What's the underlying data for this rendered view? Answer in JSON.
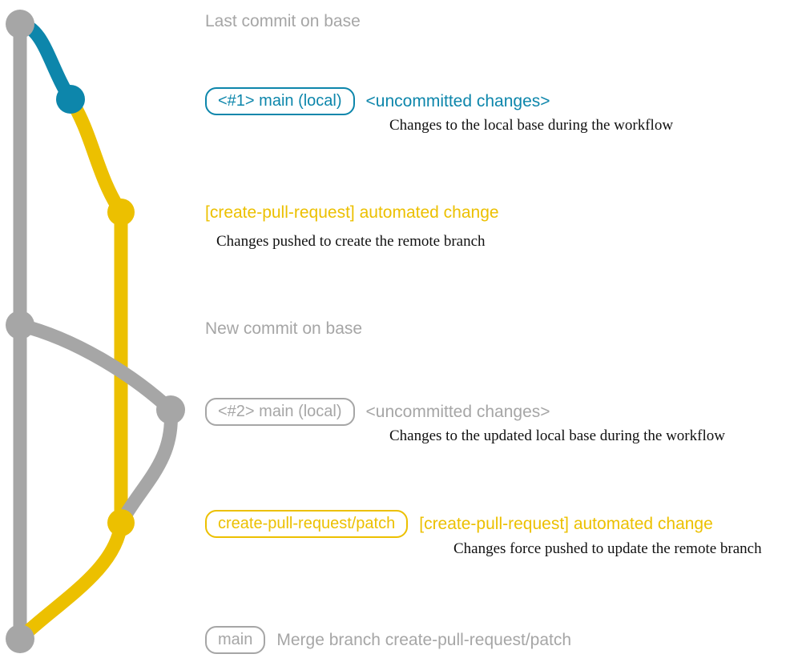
{
  "title": "git commit graph for create-pull-request workflow",
  "colors": {
    "gray": "#a6a6a6",
    "teal": "#0d86ab",
    "yellow": "#ecc000",
    "text_dark": "#111111",
    "background": "#ffffff"
  },
  "entries": [
    {
      "id": "last-commit-on-base",
      "node_color": "gray",
      "badge": null,
      "headline": "Last commit on base",
      "headline_color": "gray",
      "subtext": null
    },
    {
      "id": "local-main-1",
      "node_color": "teal",
      "badge": "<#1> main (local)",
      "badge_color": "teal",
      "headline": "<uncommitted changes>",
      "headline_color": "teal",
      "subtext": "Changes to the local base during the workflow"
    },
    {
      "id": "automated-change-1",
      "node_color": "yellow",
      "badge": null,
      "headline": "[create-pull-request] automated change",
      "headline_color": "yellow",
      "subtext": "Changes pushed to create the remote branch"
    },
    {
      "id": "new-commit-on-base",
      "node_color": "gray",
      "badge": null,
      "headline": "New commit on base",
      "headline_color": "gray",
      "subtext": null
    },
    {
      "id": "local-main-2",
      "node_color": "gray",
      "badge": "<#2> main (local)",
      "badge_color": "gray",
      "headline": "<uncommitted changes>",
      "headline_color": "gray",
      "subtext": "Changes to the updated local base during the workflow"
    },
    {
      "id": "automated-change-2",
      "node_color": "yellow",
      "badge": "create-pull-request/patch",
      "badge_color": "yellow",
      "headline": "[create-pull-request] automated change",
      "headline_color": "yellow",
      "subtext": "Changes force pushed to update the remote branch"
    },
    {
      "id": "merge-commit",
      "node_color": "gray",
      "badge": "main",
      "badge_color": "gray",
      "headline": "Merge branch create-pull-request/patch",
      "headline_color": "gray",
      "subtext": null
    }
  ]
}
